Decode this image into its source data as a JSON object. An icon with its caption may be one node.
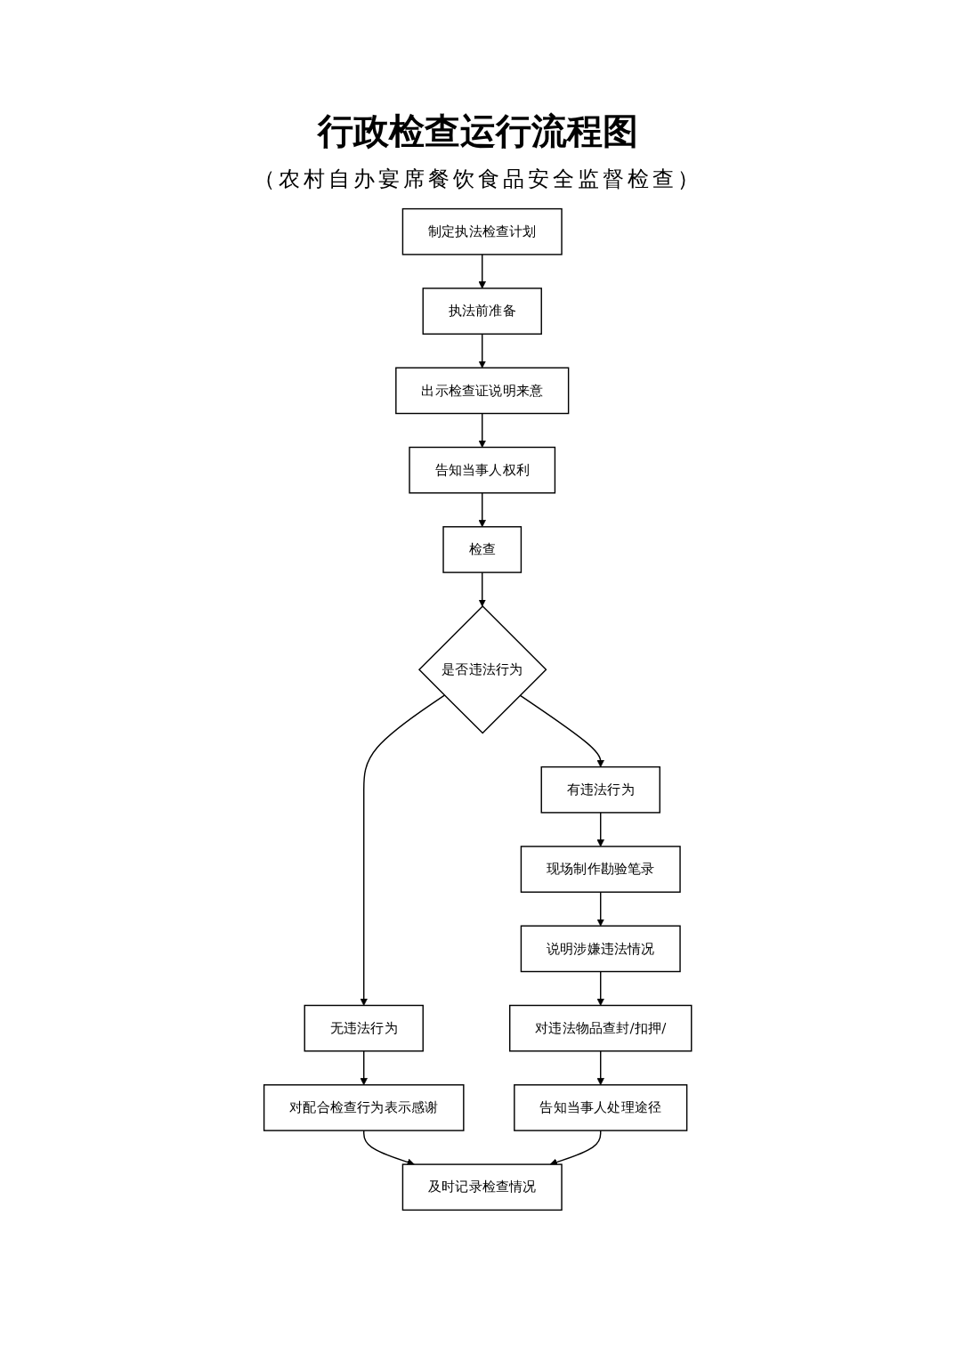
{
  "diagram": {
    "title": "行政检查运行流程图",
    "caption": "（农村自办宴席餐饮食品安全监督检查）",
    "nodes": [
      {
        "text": [
          "制定执法检查计划"
        ]
      },
      {
        "text": [
          "执法前准备"
        ]
      },
      {
        "text": [
          "出示检查证说明来意"
        ]
      },
      {
        "text": [
          "告知当事人权利"
        ]
      },
      {
        "text": [
          "检查"
        ]
      },
      {
        "text": [
          "是否违法行为"
        ]
      },
      {
        "text": [
          "无违法行为"
        ]
      },
      {
        "text": [
          "有违法行为"
        ]
      },
      {
        "text": [
          "对配合检查行为表示感谢"
        ]
      },
      {
        "text": [
          "现场制作勘验笔录"
        ]
      },
      {
        "text": [
          "说明涉嫌违法情况"
        ]
      },
      {
        "text": [
          "对违法物品查封/扣押/"
        ]
      },
      {
        "text": [
          "告知当事人处理途径"
        ]
      },
      {
        "text": [
          "及时记录检查情况"
        ]
      }
    ],
    "edges": [
      {
        "from": 0,
        "to": 1,
        "arrow": "to"
      },
      {
        "from": 1,
        "to": 2,
        "arrow": "to"
      },
      {
        "from": 2,
        "to": 3,
        "arrow": "to"
      },
      {
        "from": 3,
        "to": 4,
        "arrow": "to"
      },
      {
        "from": 4,
        "to": 5,
        "arrow": "to"
      },
      {
        "from": 5,
        "to": 6,
        "arrow": "to"
      },
      {
        "from": 5,
        "to": 7,
        "arrow": "to"
      },
      {
        "from": 6,
        "to": 8,
        "arrow": "to"
      },
      {
        "from": 7,
        "to": 9,
        "arrow": "to"
      },
      {
        "from": 9,
        "to": 10,
        "arrow": "to"
      },
      {
        "from": 10,
        "to": 11,
        "arrow": "to"
      },
      {
        "from": 11,
        "to": 12,
        "arrow": "to"
      },
      {
        "from": 8,
        "to": 13,
        "arrow": "to"
      },
      {
        "from": 12,
        "to": 13,
        "arrow": "to"
      }
    ]
  }
}
